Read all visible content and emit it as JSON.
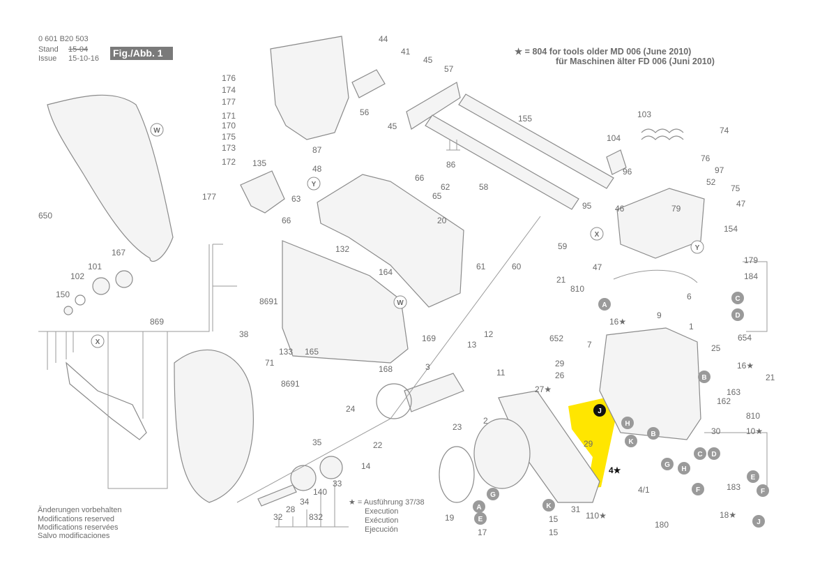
{
  "header": {
    "part_number": "0 601 B20 503",
    "stand_label": "Stand",
    "stand_value": "15-04",
    "issue_label": "Issue",
    "issue_value": "15-10-16",
    "figure_label": "Fig./Abb. 1"
  },
  "note": {
    "line1": "★ = 804 for tools older MD 006 (June 2010)",
    "line2": "für Maschinen älter FD 006 (Juni 2010)"
  },
  "execution_note": {
    "line1": "★ = Ausführung 37/38",
    "line2": "Execution",
    "line3": "Exécution",
    "line4": "Ejecución"
  },
  "footer": {
    "line1": "Änderungen vorbehalten",
    "line2": "Modifications reserved",
    "line3": "Modifications reservées",
    "line4": "Salvo modificaciones"
  },
  "colors": {
    "highlight": "#ffe600",
    "line": "#8a8a8a",
    "callout_grey": "#9a9a9a",
    "callout_black": "#111111"
  },
  "part_labels": [
    "44",
    "41",
    "45",
    "57",
    "56",
    "45",
    "176",
    "174",
    "177",
    "171",
    "170",
    "175",
    "173",
    "172",
    "177",
    "87",
    "48",
    "135",
    "66",
    "62",
    "65",
    "63",
    "155",
    "103",
    "74",
    "104",
    "76",
    "96",
    "97",
    "52",
    "75",
    "95",
    "46",
    "79",
    "47",
    "154",
    "650",
    "86",
    "58",
    "66",
    "20",
    "132",
    "167",
    "101",
    "102",
    "150",
    "164",
    "61",
    "60",
    "59",
    "47",
    "179",
    "184",
    "21",
    "810",
    "9",
    "1",
    "25",
    "6",
    "654",
    "8691",
    "169",
    "13",
    "12",
    "869",
    "38",
    "71",
    "133",
    "165",
    "168",
    "3",
    "11",
    "16★",
    "652",
    "7",
    "29",
    "26",
    "16★",
    "21",
    "163",
    "162",
    "810",
    "10★",
    "27★",
    "24",
    "23",
    "2",
    "29",
    "4★",
    "30",
    "22",
    "35",
    "14",
    "8691",
    "33",
    "140",
    "34",
    "28",
    "32",
    "832",
    "19",
    "15",
    "15",
    "17",
    "31",
    "110★",
    "4/1",
    "180",
    "183",
    "18★"
  ],
  "callout_letters": [
    "W",
    "W",
    "Y",
    "Y",
    "X",
    "X",
    "C",
    "D",
    "A",
    "B",
    "J",
    "H",
    "K",
    "B",
    "G",
    "H",
    "D",
    "C",
    "E",
    "F",
    "A",
    "E",
    "G",
    "K",
    "F",
    "J"
  ]
}
